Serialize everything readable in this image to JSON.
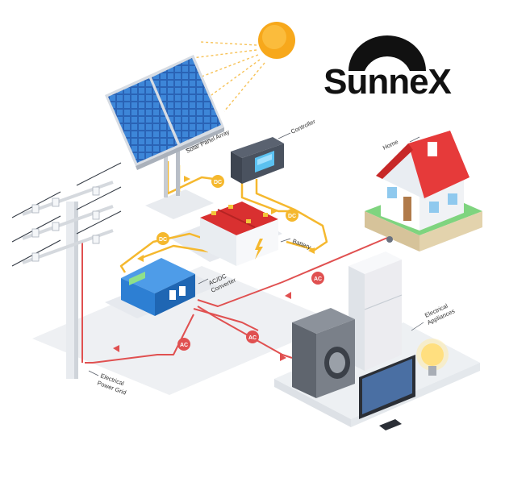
{
  "brand": {
    "name": "SunneX"
  },
  "labels": {
    "solar_panel": "Solar Panel Array",
    "controller": "Controller",
    "home": "Home",
    "battery": "Battery",
    "converter_line1": "AC/DC",
    "converter_line2": "Converter",
    "appliances_line1": "Electrical",
    "appliances_line2": "Appliances",
    "grid_line1": "Electrical",
    "grid_line2": "Power Grid"
  },
  "badges": {
    "dc_1": "DC",
    "dc_2": "DC",
    "dc_3": "DC",
    "ac_1": "AC",
    "ac_2": "AC",
    "ac_3": "AC"
  },
  "colors": {
    "dc_line": "#f5b82e",
    "ac_line": "#e05050",
    "sun": "#f7a81b",
    "roof": "#e63a3a",
    "battery_top": "#d93030",
    "converter": "#2d7fd3",
    "panel": "#2f6fc4"
  }
}
